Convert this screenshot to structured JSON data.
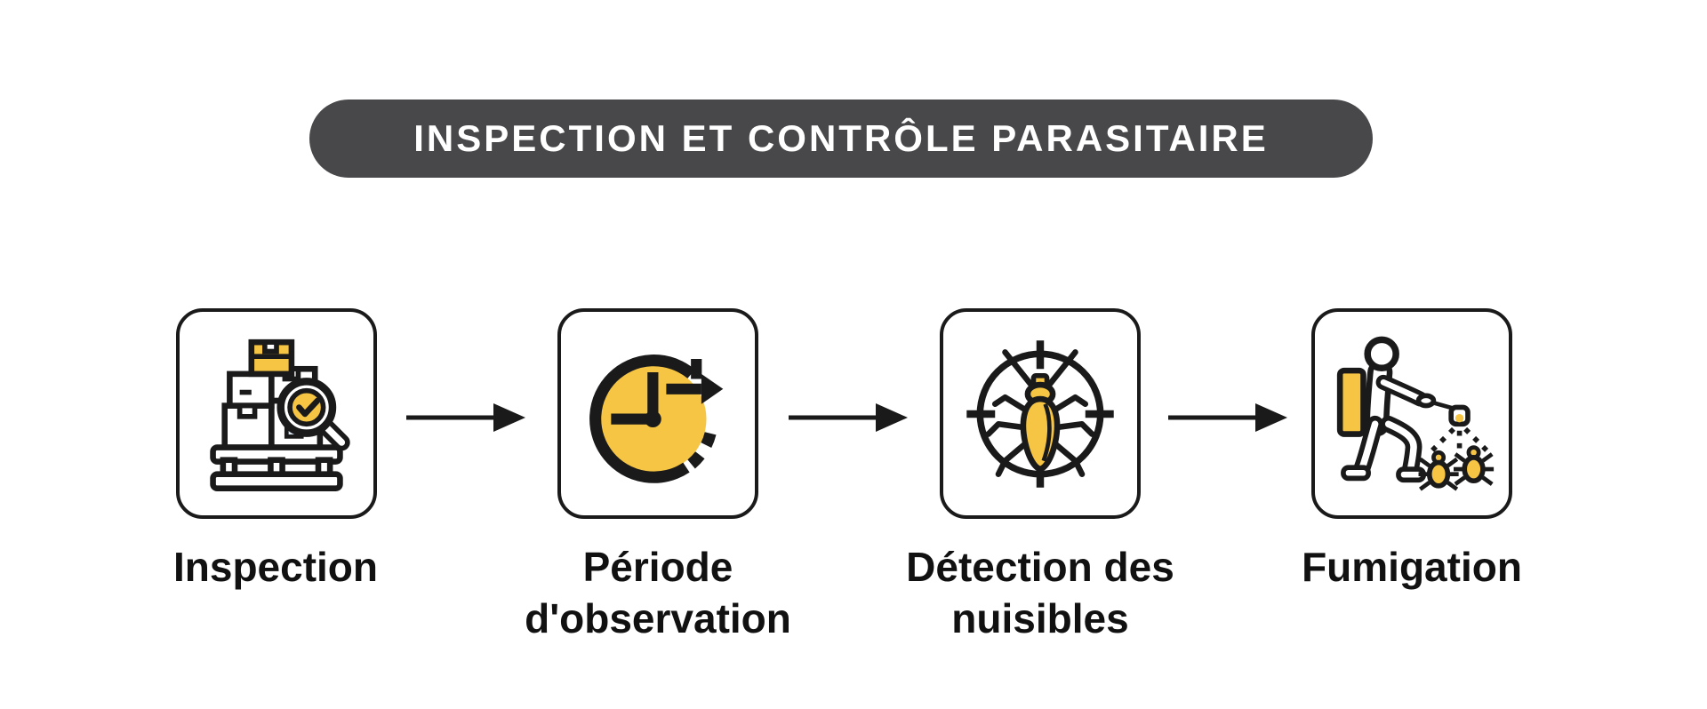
{
  "banner": {
    "label": "INSPECTION ET CONTRÔLE PARASITAIRE"
  },
  "steps": [
    {
      "label": "Inspection",
      "icon": "inspection-pallet-magnifier-icon"
    },
    {
      "label": "Période d'observation",
      "icon": "observation-clock-icon"
    },
    {
      "label": "Détection des nuisibles",
      "icon": "pest-target-icon"
    },
    {
      "label": "Fumigation",
      "icon": "fumigation-sprayer-icon"
    }
  ],
  "arrows": {
    "count": 3,
    "direction": "right"
  },
  "colors": {
    "accent_yellow": "#F7C544",
    "outline_black": "#1A1A1A",
    "banner_gray": "#48484A",
    "background": "#FFFFFF",
    "label_black": "#111111"
  }
}
